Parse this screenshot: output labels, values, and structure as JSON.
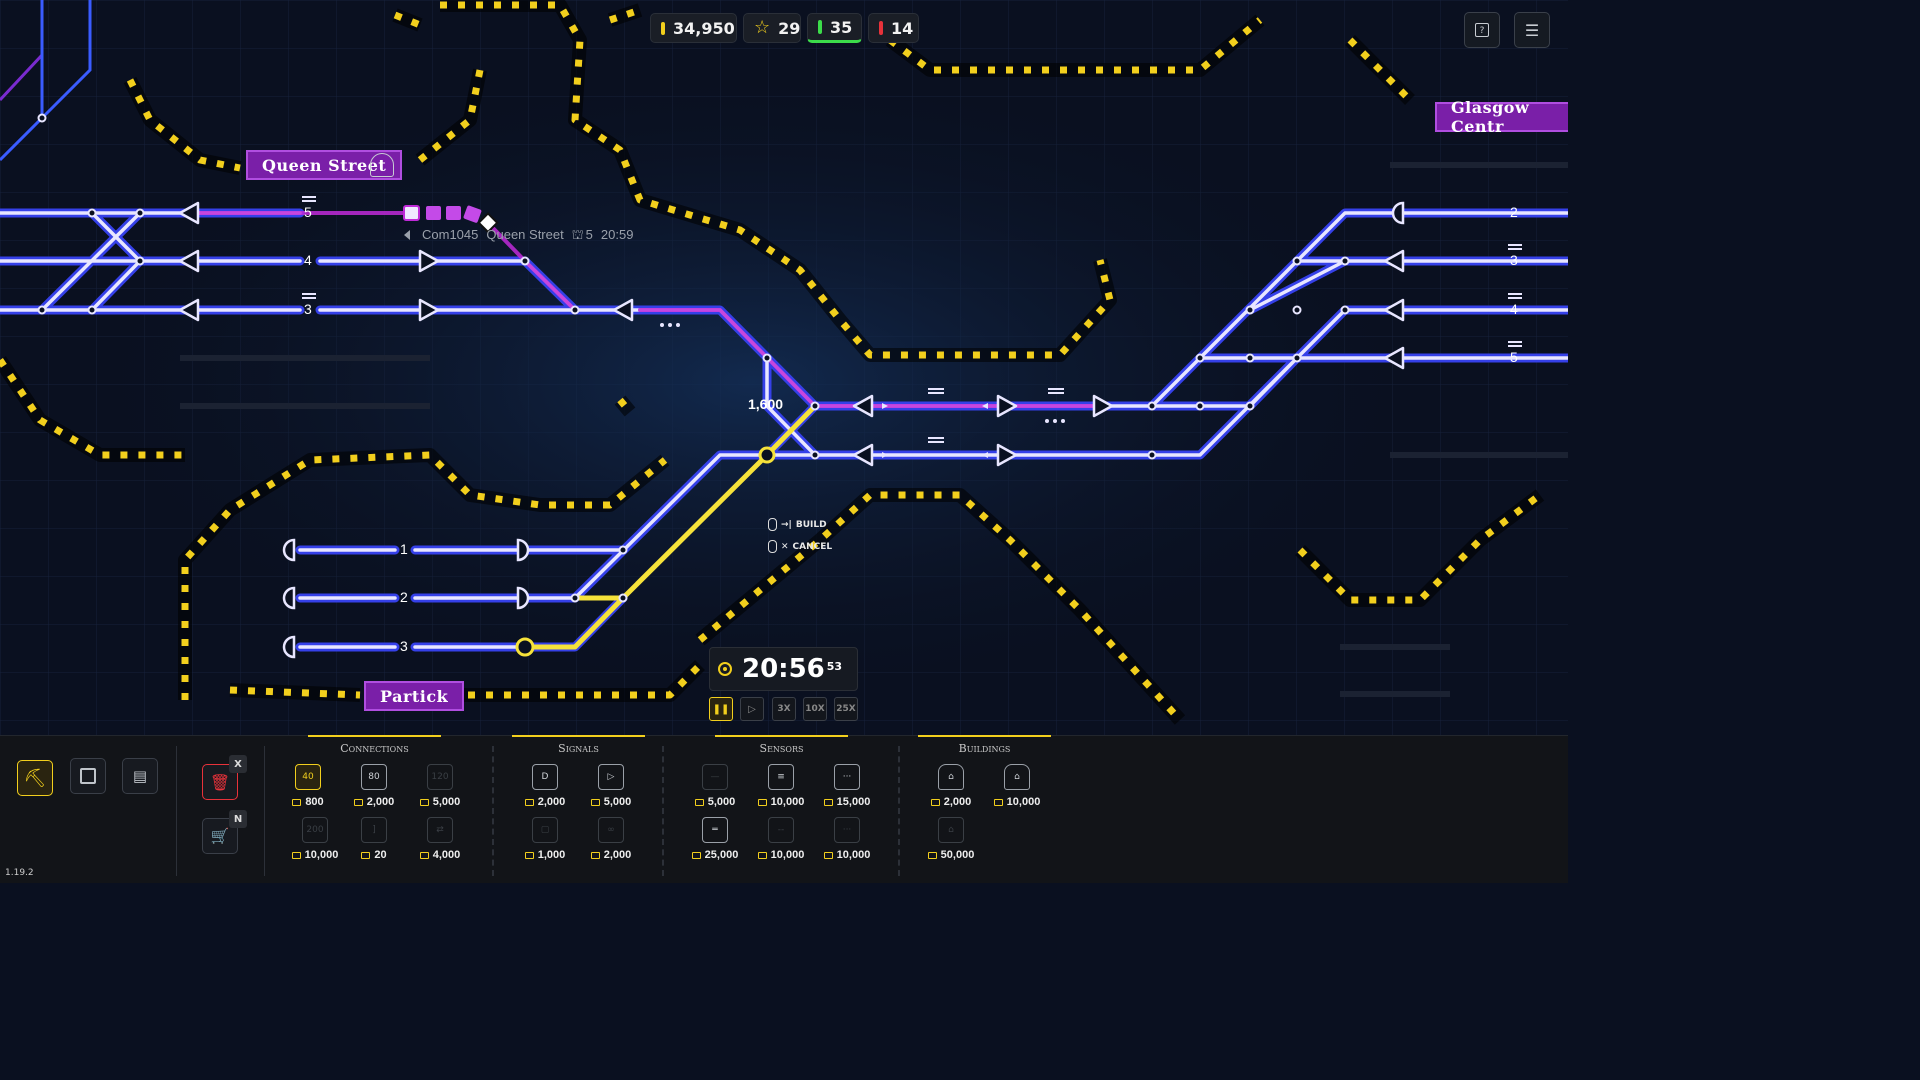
{
  "hud": {
    "money": "34,950",
    "stars": "29",
    "trains_ok": "35",
    "trains_late": "14",
    "colors": {
      "money": "#f2cf1d",
      "stars": "#f2cf1d",
      "trains_ok": "#3cdc4a",
      "trains_late": "#e8323a"
    }
  },
  "top_right": {
    "help_icon": "help-icon",
    "menu_icon": "list-menu-icon"
  },
  "stations": {
    "queen_street": "Queen Street",
    "glasgow": "Glasgow Centr",
    "partick": "Partick"
  },
  "track_numbers": {
    "left": [
      "5",
      "4",
      "3"
    ],
    "right": [
      "2",
      "3",
      "4",
      "5"
    ],
    "bottom": [
      "1",
      "2",
      "3"
    ]
  },
  "train_info": {
    "name": "Com1045",
    "destination": "Queen Street",
    "platform": "5",
    "time": "20:59"
  },
  "build_cost": "1,600",
  "hints": {
    "build": "BUILD",
    "cancel": "CANCEL"
  },
  "clock": {
    "time": "20:56",
    "seconds": "53"
  },
  "speeds": {
    "three": "3X",
    "ten": "10X",
    "twentyfive": "25X"
  },
  "toolbar": {
    "keys": {
      "delete": "X",
      "shop": "N"
    },
    "categories": {
      "connections": "Connections",
      "signals": "Signals",
      "sensors": "Sensors",
      "buildings": "Buildings"
    },
    "connections": [
      {
        "icon": "40",
        "price": "800"
      },
      {
        "icon": "80",
        "price": "2,000"
      },
      {
        "icon": "120",
        "price": "5,000"
      },
      {
        "icon": "200",
        "price": "10,000"
      },
      {
        "icon": "",
        "price": "20"
      },
      {
        "icon": "",
        "price": "4,000"
      }
    ],
    "signals": [
      {
        "price": "2,000"
      },
      {
        "price": "5,000"
      },
      {
        "price": "1,000"
      },
      {
        "price": "2,000"
      }
    ],
    "sensors": [
      {
        "price": "5,000"
      },
      {
        "price": "10,000"
      },
      {
        "price": "15,000"
      },
      {
        "price": "25,000"
      },
      {
        "price": "10,000"
      },
      {
        "price": "10,000"
      }
    ],
    "buildings": [
      {
        "price": "2,000"
      },
      {
        "price": "10,000"
      },
      {
        "price": "50,000"
      }
    ]
  },
  "version": "1.19.2"
}
